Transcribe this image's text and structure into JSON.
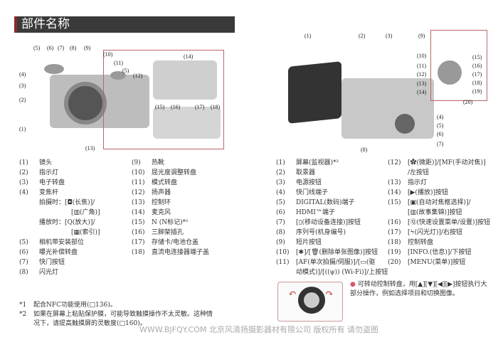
{
  "header": {
    "title": "部件名称"
  },
  "front_diagram": {
    "callouts": [
      "(5)",
      "(6)",
      "(7)",
      "(8)",
      "(9)",
      "(10)",
      "(11)",
      "(5)",
      "(12)",
      "(4)",
      "(3)",
      "(2)",
      "(1)",
      "(13)",
      "(14)",
      "(15)",
      "(16)",
      "(17)",
      "(18)"
    ]
  },
  "back_diagram": {
    "callouts": [
      "(1)",
      "(2)",
      "(3)",
      "(4)",
      "(5)",
      "(6)",
      "(7)",
      "(8)",
      "(9)",
      "(10)",
      "(11)",
      "(12)",
      "(13)",
      "(14)",
      "(15)",
      "(16)",
      "(17)",
      "(18)",
      "(19)",
      "(20)"
    ]
  },
  "front_list_col1": [
    {
      "n": "(1)",
      "t": "镜头"
    },
    {
      "n": "(2)",
      "t": "指示灯"
    },
    {
      "n": "(3)",
      "t": "电子转盘"
    },
    {
      "n": "(4)",
      "t": "变焦杆"
    }
  ],
  "zoom_sub": [
    "拍摄时：[◘(长焦)]/",
    "[▥(广角)]",
    "播放时：[Q(放大)]/",
    "[▦(索引)]"
  ],
  "front_list_col1b": [
    {
      "n": "(5)",
      "t": "相机带安装部位"
    },
    {
      "n": "(6)",
      "t": "曝光补偿转盘"
    },
    {
      "n": "(7)",
      "t": "快门按钮"
    },
    {
      "n": "(8)",
      "t": "闪光灯"
    }
  ],
  "front_list_col2": [
    {
      "n": "(9)",
      "t": "热靴"
    },
    {
      "n": "(10)",
      "t": "屈光度调整转盘"
    },
    {
      "n": "(11)",
      "t": "模式转盘"
    },
    {
      "n": "(12)",
      "t": "扬声器"
    },
    {
      "n": "(13)",
      "t": "控制环"
    },
    {
      "n": "(14)",
      "t": "麦克风"
    },
    {
      "n": "(15)",
      "t": "N (N标记)*¹"
    },
    {
      "n": "(16)",
      "t": "三脚架插孔"
    },
    {
      "n": "(17)",
      "t": "存储卡/电池仓盖"
    },
    {
      "n": "(18)",
      "t": "直流电连接器端子盖"
    }
  ],
  "back_list_col1": [
    {
      "n": "(1)",
      "t": "屏幕(监视器)*²"
    },
    {
      "n": "(2)",
      "t": "取景器"
    },
    {
      "n": "(3)",
      "t": "电源按钮"
    },
    {
      "n": "(4)",
      "t": "快门线端子"
    },
    {
      "n": "(5)",
      "t": "DIGITAL(数码)端子"
    },
    {
      "n": "(6)",
      "t": "HDMI™端子"
    },
    {
      "n": "(7)",
      "t": "[▯(移动设备连接)]按钮"
    },
    {
      "n": "(8)",
      "t": "序列号(机身编号)"
    },
    {
      "n": "(9)",
      "t": "短片按钮"
    },
    {
      "n": "(10)",
      "t": "[✱]/[🗑(删除单张图像)]按钮"
    },
    {
      "n": "(11)",
      "t": "[AF(单次拍摄/伺服)]/[▭(驱"
    },
    {
      "n": "",
      "t": "动模式)]/[((ψ)) (Wi-Fi)]/上按钮"
    }
  ],
  "back_list_col2": [
    {
      "n": "(12)",
      "t": "[✿(微距)]/[MF(手动对焦)]"
    },
    {
      "n": "",
      "t": "/左按钮"
    },
    {
      "n": "(13)",
      "t": "指示灯"
    },
    {
      "n": "(14)",
      "t": "[▶(播放)]按钮"
    },
    {
      "n": "(15)",
      "t": "[▣(自动对焦框选择)]/"
    },
    {
      "n": "",
      "t": "[▥(故事集锦)]按钮"
    },
    {
      "n": "(16)",
      "t": "[Ⓠ(快速设置菜单/设置)]按钮"
    },
    {
      "n": "(17)",
      "t": "[ϟ(闪光灯)]/右按钮"
    },
    {
      "n": "(18)",
      "t": "控制转盘"
    },
    {
      "n": "(19)",
      "t": "[INFO.(信息)]/下按钮"
    },
    {
      "n": "(20)",
      "t": "[MENU(菜单)]按钮"
    }
  ],
  "bullet": {
    "dot": "●",
    "text": "可转动控制转盘，用[▲][▼][◀][▶]按钮执行大部分操作，例如选择项目和切换图像。"
  },
  "footnotes": [
    {
      "n": "*1",
      "t": "配合NFC功能使用(□136)。"
    },
    {
      "n": "*2",
      "t": "如果在屏幕上粘贴保护膜，可能导致触摸操作不太灵敏。这种情"
    },
    {
      "n": "",
      "t": "况下，请提高触摸屏的灵敏度(□160)。"
    }
  ],
  "watermark": "WWW.BJFQY.COM 北京风清扬摄影器材有限公司 版权所有 请勿盗图",
  "colors": {
    "header_bg": "#3a3a3a",
    "accent": "#8b2a2a",
    "bullet": "#d45a6a"
  }
}
